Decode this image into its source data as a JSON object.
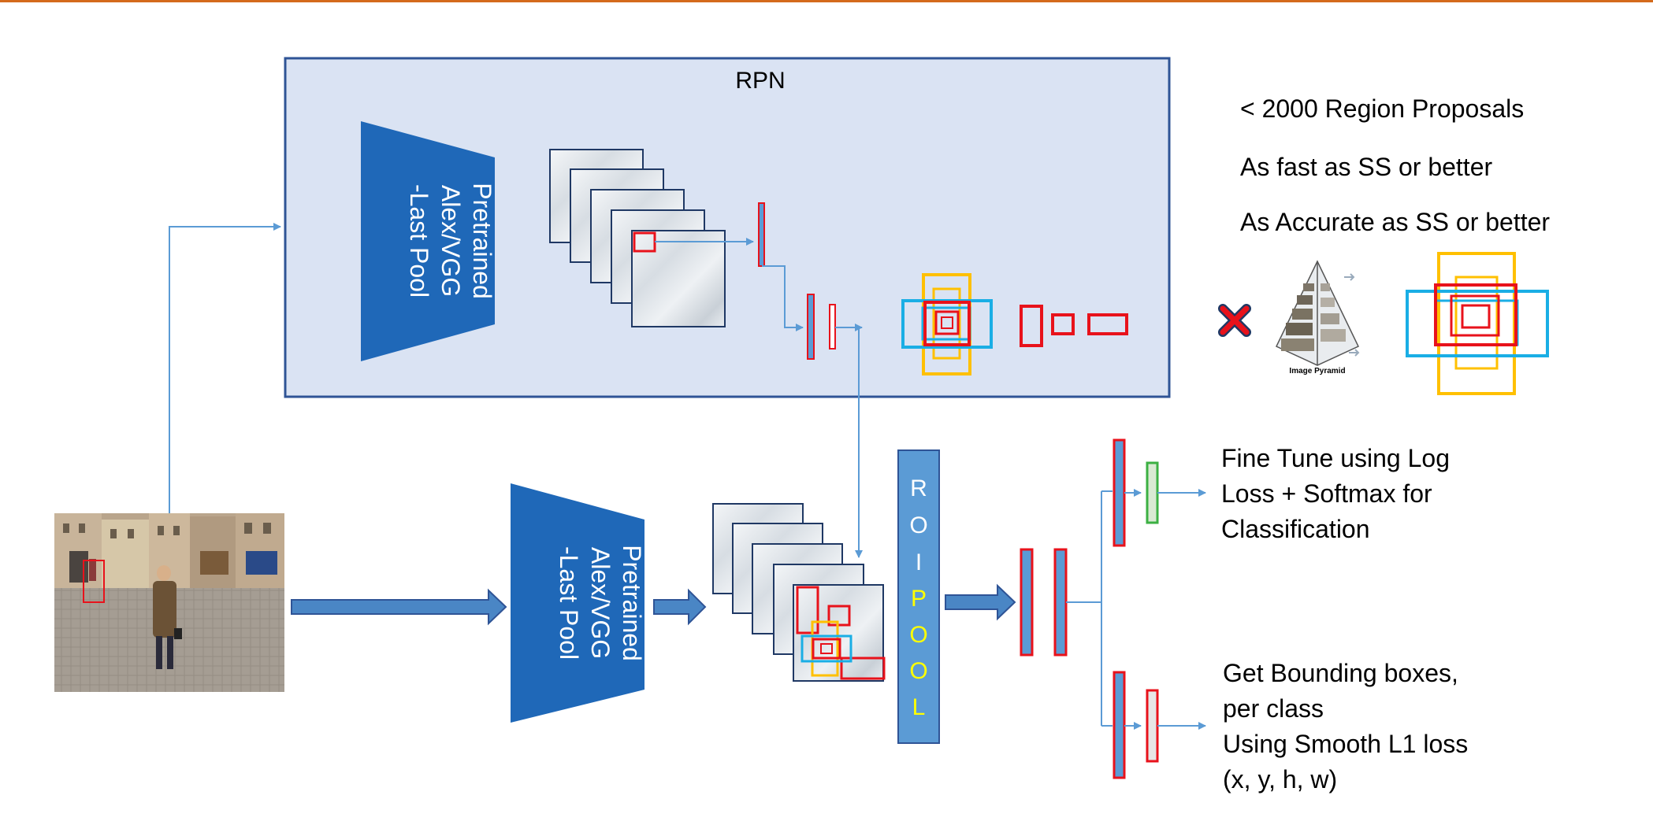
{
  "rpn": {
    "title": "RPN"
  },
  "backbone": {
    "line1": "Pretrained",
    "line2": "Alex/VGG",
    "line3": "-Last Pool"
  },
  "roi_pool": {
    "letters": [
      "R",
      "O",
      "I",
      "P",
      "O",
      "O",
      "L"
    ]
  },
  "notes": {
    "line1": "< 2000 Region Proposals",
    "line2": "As fast as SS or better",
    "line3": "As Accurate as SS or better"
  },
  "pyramid": {
    "caption": "Image Pyramid"
  },
  "classification": {
    "line1": "Fine Tune using Log",
    "line2": "Loss + Softmax for",
    "line3": "Classification"
  },
  "regression": {
    "line1": "Get Bounding boxes,",
    "line2": "per class",
    "line3": "Using Smooth L1 loss",
    "line4": "(x, y, h, w)"
  },
  "colors": {
    "accent_orange": "#d46a1c",
    "rpn_fill": "#dae3f3",
    "rpn_border": "#2f5496",
    "network_blue": "#1f68b8",
    "roi_blue": "#5b9bd5",
    "roi_letter": "#ffff00",
    "arrow_blue": "#5b9bd5",
    "box_red": "#e8121b",
    "box_orange": "#ffc000",
    "box_cyan": "#1aaee5",
    "box_green": "#3cb043"
  }
}
